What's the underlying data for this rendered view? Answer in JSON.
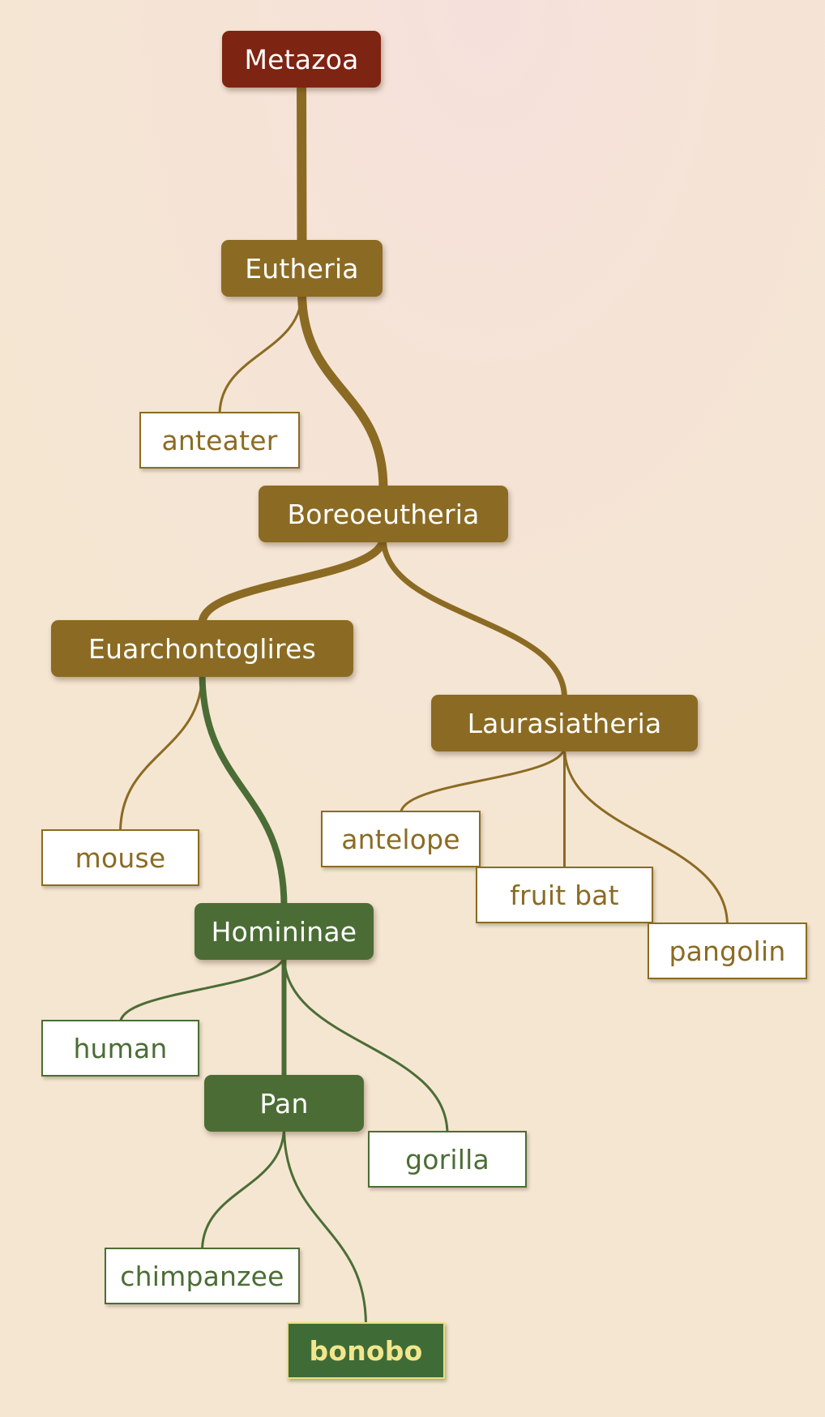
{
  "colors": {
    "root": "#7e2412",
    "mammal": "#8b6b23",
    "primate": "#4b6d35",
    "highlight_bg": "#3f6b37",
    "highlight_text": "#f2e68c",
    "highlight_border": "#e9e07a"
  },
  "diagram": {
    "nodes": [
      {
        "id": "metazoa",
        "label": "Metazoa",
        "kind": "clade",
        "group": "root"
      },
      {
        "id": "eutheria",
        "label": "Eutheria",
        "kind": "clade",
        "group": "mammal"
      },
      {
        "id": "anteater",
        "label": "anteater",
        "kind": "leaf",
        "group": "mammal"
      },
      {
        "id": "boreoeutheria",
        "label": "Boreoeutheria",
        "kind": "clade",
        "group": "mammal"
      },
      {
        "id": "euarchontoglires",
        "label": "Euarchontoglires",
        "kind": "clade",
        "group": "mammal"
      },
      {
        "id": "laurasiatheria",
        "label": "Laurasiatheria",
        "kind": "clade",
        "group": "mammal"
      },
      {
        "id": "mouse",
        "label": "mouse",
        "kind": "leaf",
        "group": "mammal"
      },
      {
        "id": "antelope",
        "label": "antelope",
        "kind": "leaf",
        "group": "mammal"
      },
      {
        "id": "fruit-bat",
        "label": "fruit bat",
        "kind": "leaf",
        "group": "mammal"
      },
      {
        "id": "pangolin",
        "label": "pangolin",
        "kind": "leaf",
        "group": "mammal"
      },
      {
        "id": "homininae",
        "label": "Homininae",
        "kind": "clade",
        "group": "primate"
      },
      {
        "id": "human",
        "label": "human",
        "kind": "leaf",
        "group": "primate"
      },
      {
        "id": "pan",
        "label": "Pan",
        "kind": "clade",
        "group": "primate"
      },
      {
        "id": "gorilla",
        "label": "gorilla",
        "kind": "leaf",
        "group": "primate"
      },
      {
        "id": "chimpanzee",
        "label": "chimpanzee",
        "kind": "leaf",
        "group": "primate"
      },
      {
        "id": "bonobo",
        "label": "bonobo",
        "kind": "leaf",
        "group": "primate",
        "highlight": true
      }
    ],
    "edges": [
      {
        "from": "metazoa",
        "to": "eutheria"
      },
      {
        "from": "eutheria",
        "to": "anteater"
      },
      {
        "from": "eutheria",
        "to": "boreoeutheria"
      },
      {
        "from": "boreoeutheria",
        "to": "euarchontoglires"
      },
      {
        "from": "boreoeutheria",
        "to": "laurasiatheria"
      },
      {
        "from": "euarchontoglires",
        "to": "mouse"
      },
      {
        "from": "euarchontoglires",
        "to": "homininae"
      },
      {
        "from": "laurasiatheria",
        "to": "antelope"
      },
      {
        "from": "laurasiatheria",
        "to": "fruit-bat"
      },
      {
        "from": "laurasiatheria",
        "to": "pangolin"
      },
      {
        "from": "homininae",
        "to": "human"
      },
      {
        "from": "homininae",
        "to": "pan"
      },
      {
        "from": "homininae",
        "to": "gorilla"
      },
      {
        "from": "pan",
        "to": "chimpanzee"
      },
      {
        "from": "pan",
        "to": "bonobo"
      }
    ]
  }
}
